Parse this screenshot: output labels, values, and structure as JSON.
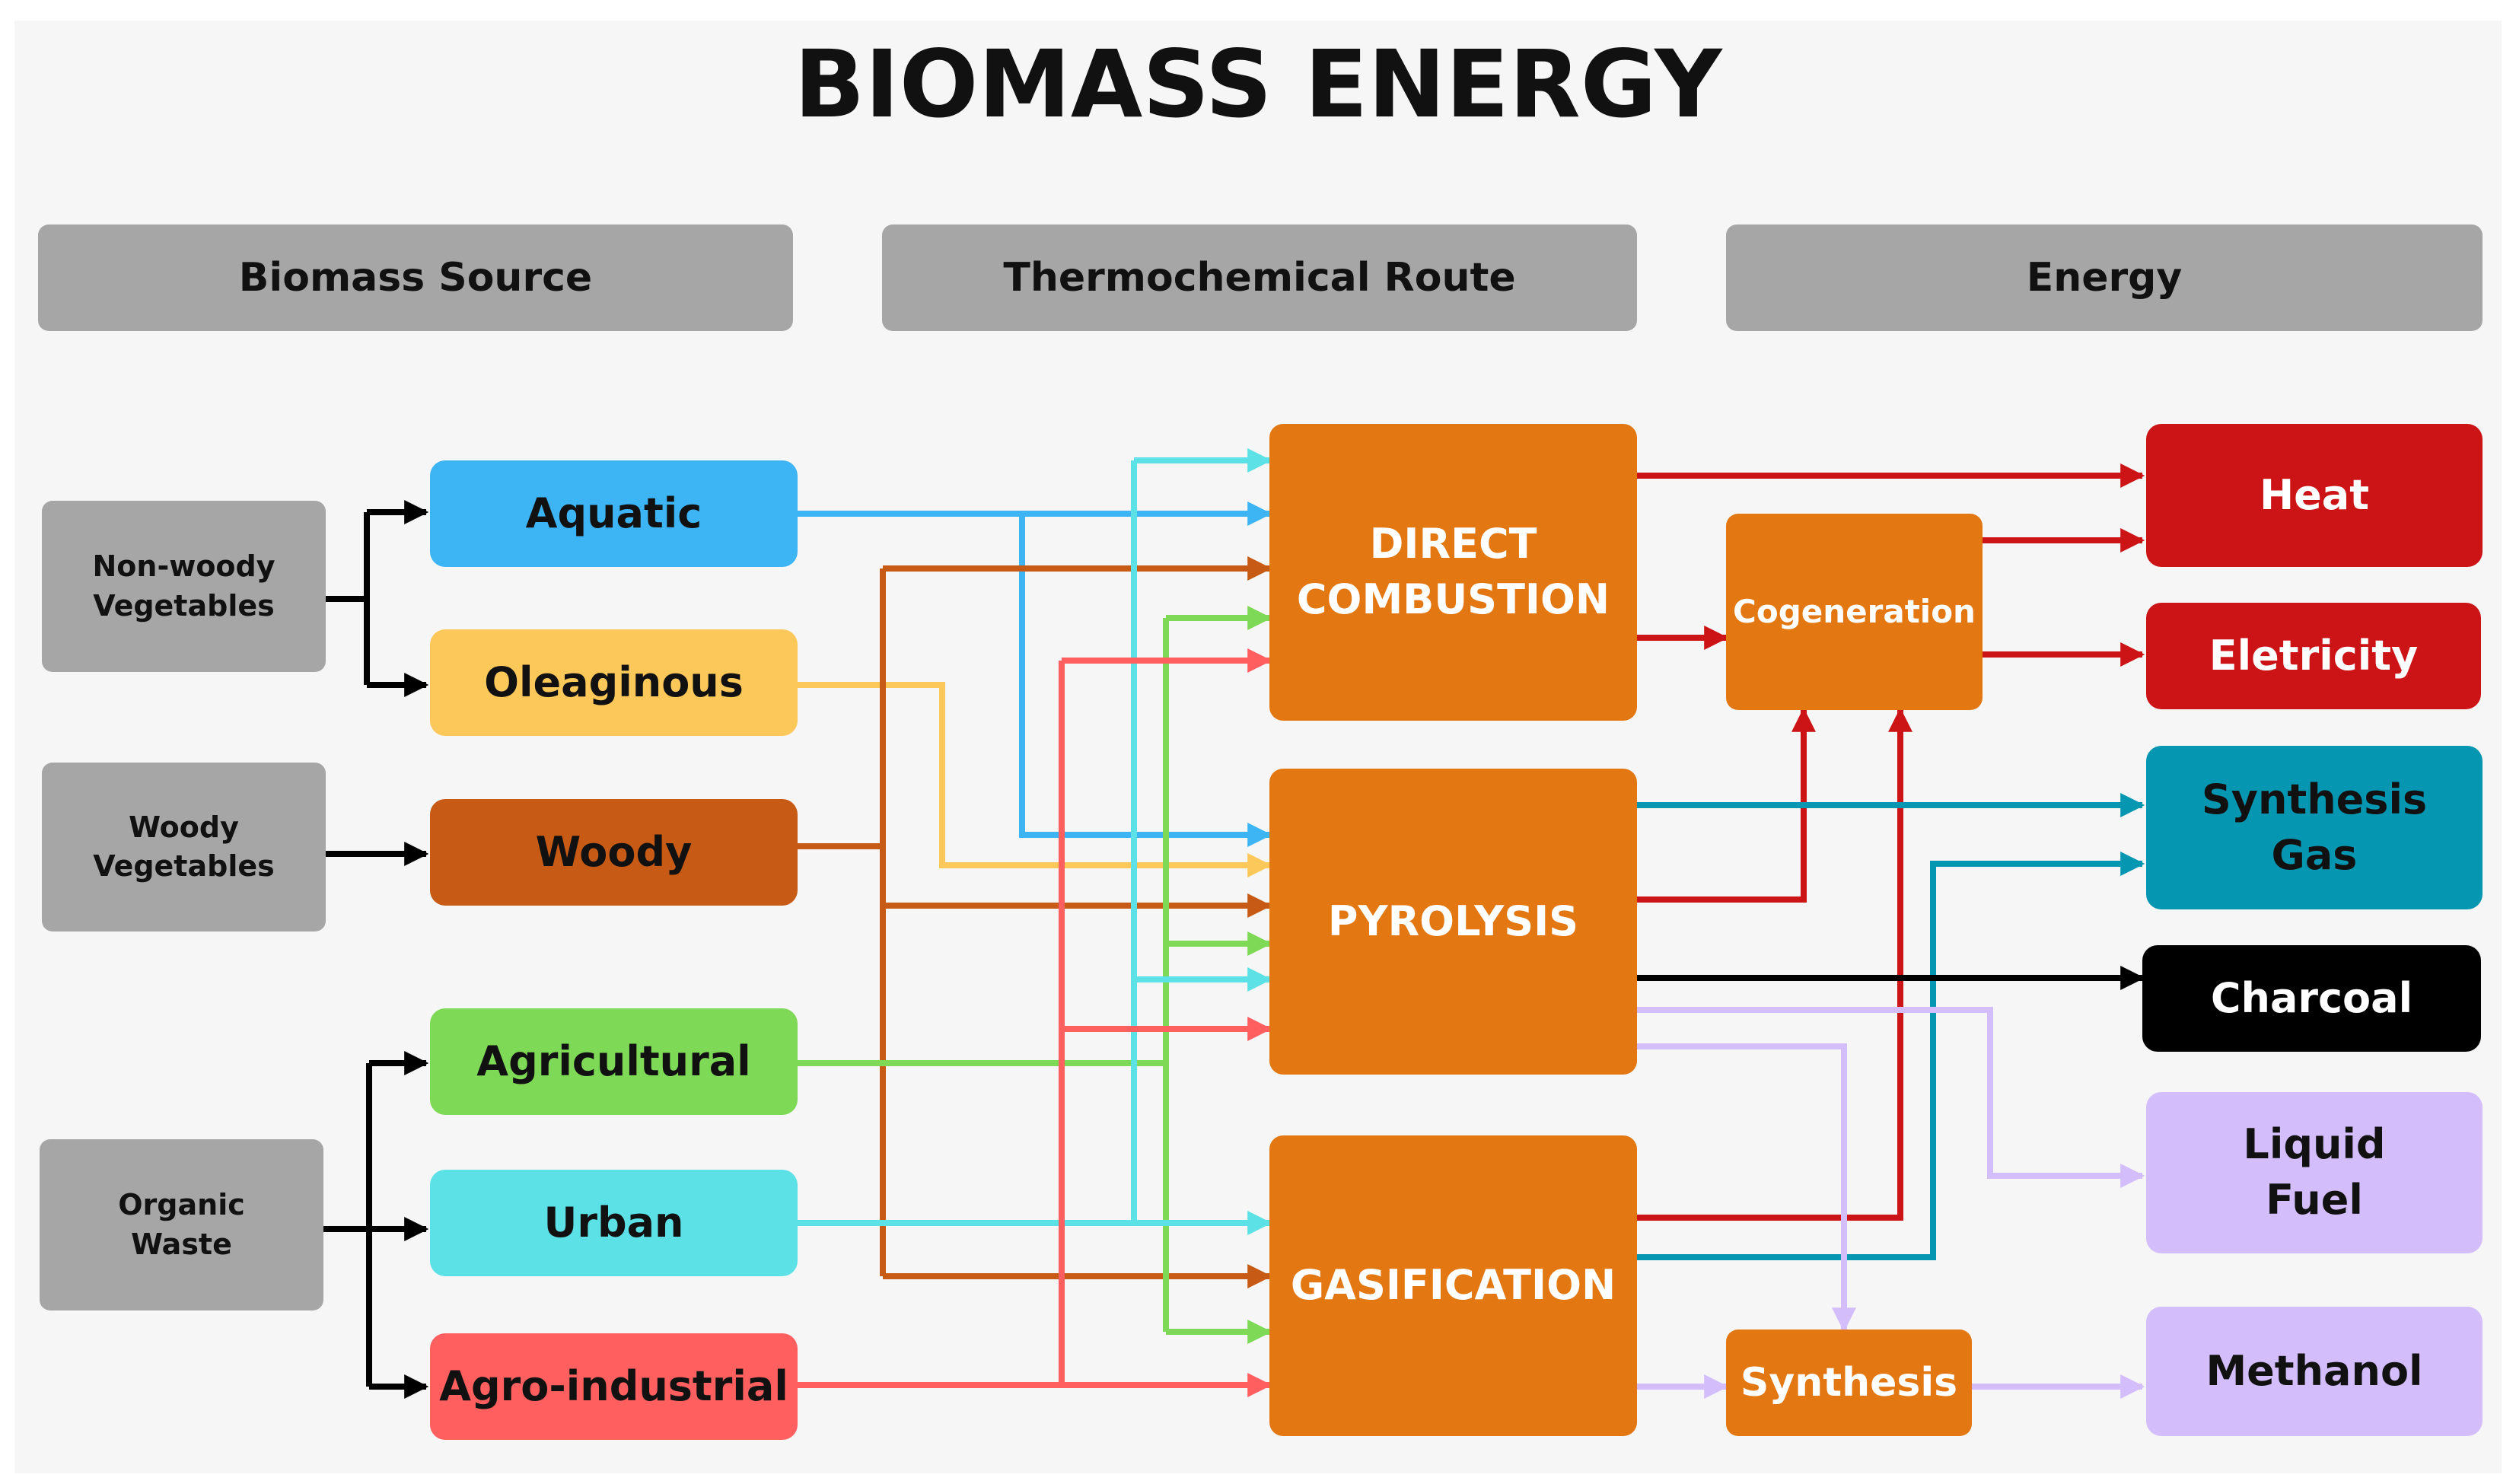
{
  "title": "BIOMASS ENERGY",
  "headers": {
    "source": "Biomass Source",
    "route": "Thermochemical Route",
    "energy": "Energy"
  },
  "groups": {
    "non_woody": "Non-woody Vegetables",
    "woody": "Woody Vegetables",
    "organic": "Organic Waste"
  },
  "sources": {
    "aquatic": "Aquatic",
    "oleaginous": "Oleaginous",
    "woody": "Woody",
    "agricultural": "Agricultural",
    "urban": "Urban",
    "agro": "Agro-industrial"
  },
  "processes": {
    "combustion": "DIRECT COMBUSTION",
    "pyrolysis": "PYROLYSIS",
    "gasification": "GASIFICATION"
  },
  "intermediates": {
    "cogeneration": "Cogeneration",
    "synthesis": "Synthesis"
  },
  "energy": {
    "heat": "Heat",
    "electricity": "Eletricity",
    "synthesis_gas": "Synthesis Gas",
    "charcoal": "Charcoal",
    "liquid_fuel": "Liquid Fuel",
    "methanol": "Methanol"
  },
  "colors": {
    "header_gray": "#a6a6a6",
    "process_orange": "#e37711",
    "aquatic": "#3db5f5",
    "oleaginous": "#fdc85a",
    "woody": "#c75a14",
    "agricultural": "#7ed957",
    "urban": "#5ce1e6",
    "agro": "#ff5f5f",
    "heat_red": "#cc1417",
    "teal": "#0597b2",
    "charcoal": "#000000",
    "lavender": "#d3bdfb"
  }
}
